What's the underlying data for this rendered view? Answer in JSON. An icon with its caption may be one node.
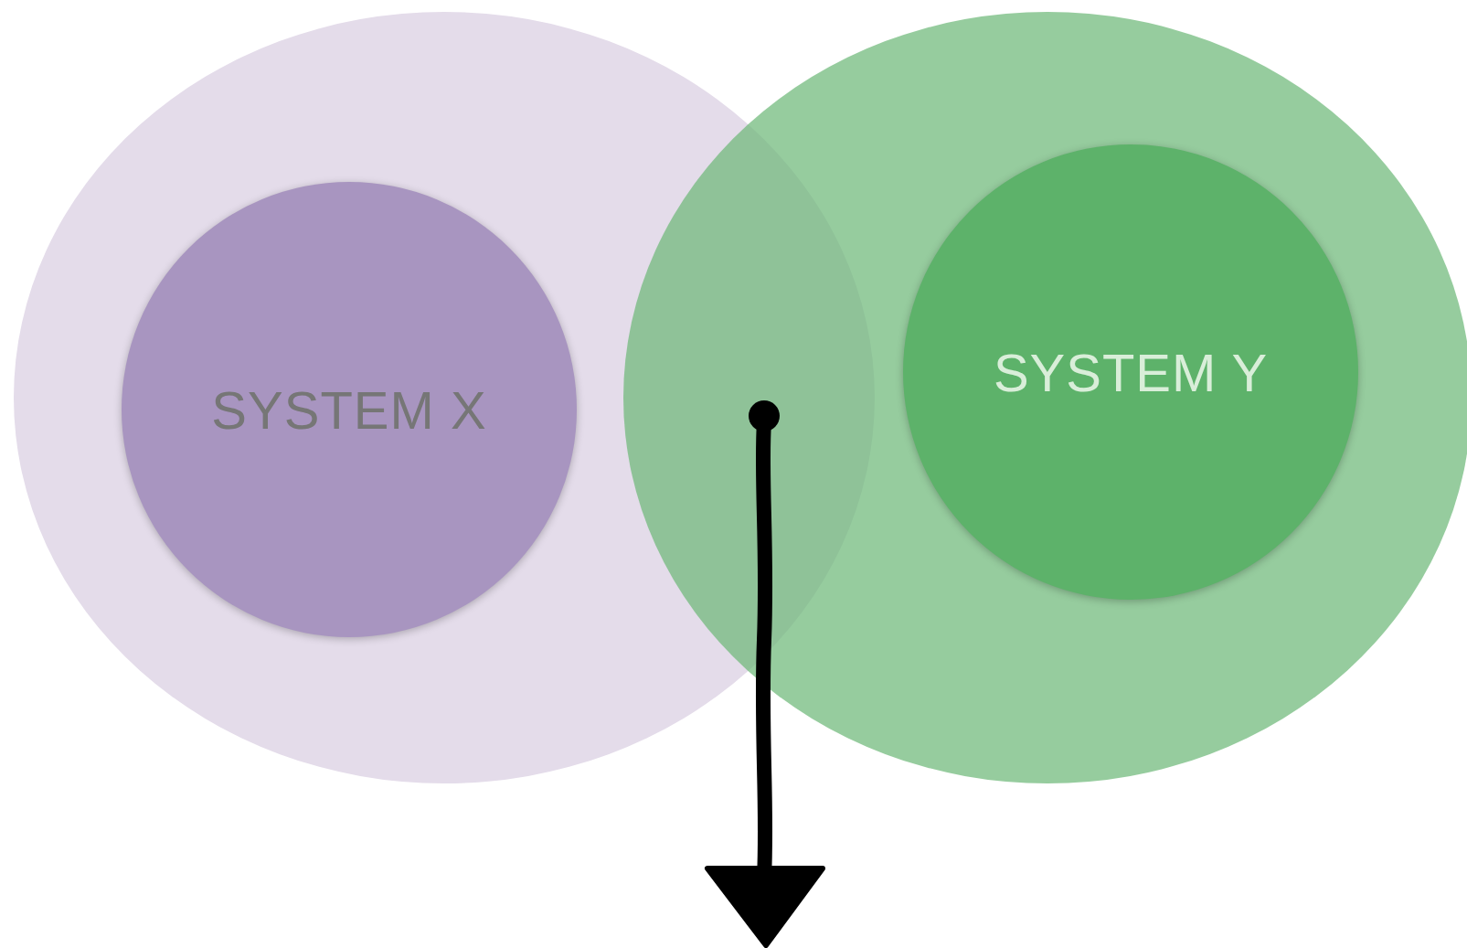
{
  "diagram": {
    "nodes": [
      {
        "text": [],
        "shape": "circle"
      },
      {
        "text": [
          "SYSTEM X"
        ],
        "in": 0
      },
      {
        "text": [],
        "shape": "circle"
      },
      {
        "text": [
          "SYSTEM Y"
        ],
        "in": 2
      }
    ],
    "edges": []
  }
}
